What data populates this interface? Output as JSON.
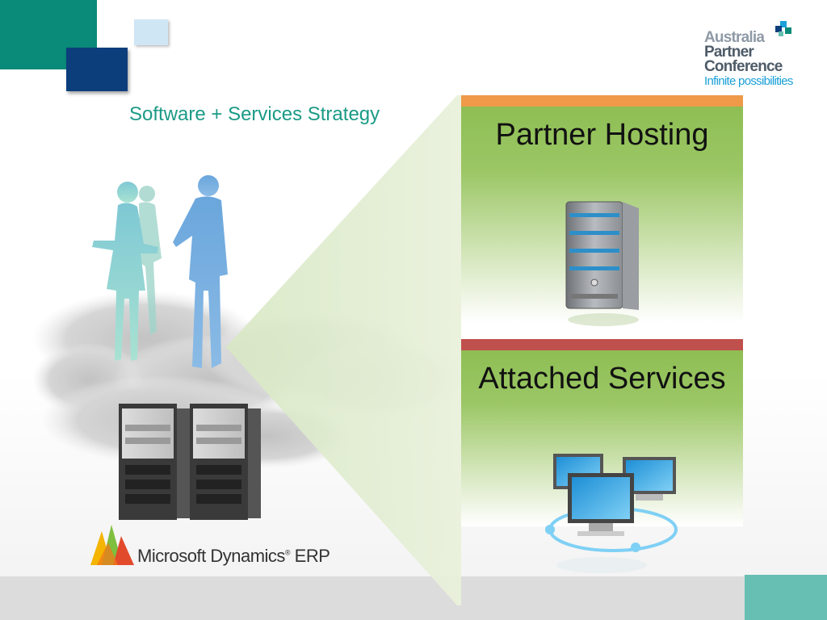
{
  "slide": {
    "subtitle": "Software + Services Strategy",
    "logo": {
      "line1": "Australia",
      "line2": "Partner",
      "line3": "Conference",
      "tagline": "Infinite possibilities"
    },
    "panels": [
      {
        "title": "Partner Hosting",
        "bar_color": "#ee9a49",
        "icon": "server-tower-icon"
      },
      {
        "title": "Attached Services",
        "bar_color": "#c0504d",
        "icon": "networked-monitors-icon"
      }
    ],
    "brand": {
      "name": "Microsoft Dynamics",
      "trademark": "®",
      "suffix": " ERP"
    },
    "colors": {
      "teal": "#0a8a78",
      "navy": "#0d3e7c",
      "panel_green": "#8fbe54",
      "accent_teal": "#66bfb2"
    }
  }
}
